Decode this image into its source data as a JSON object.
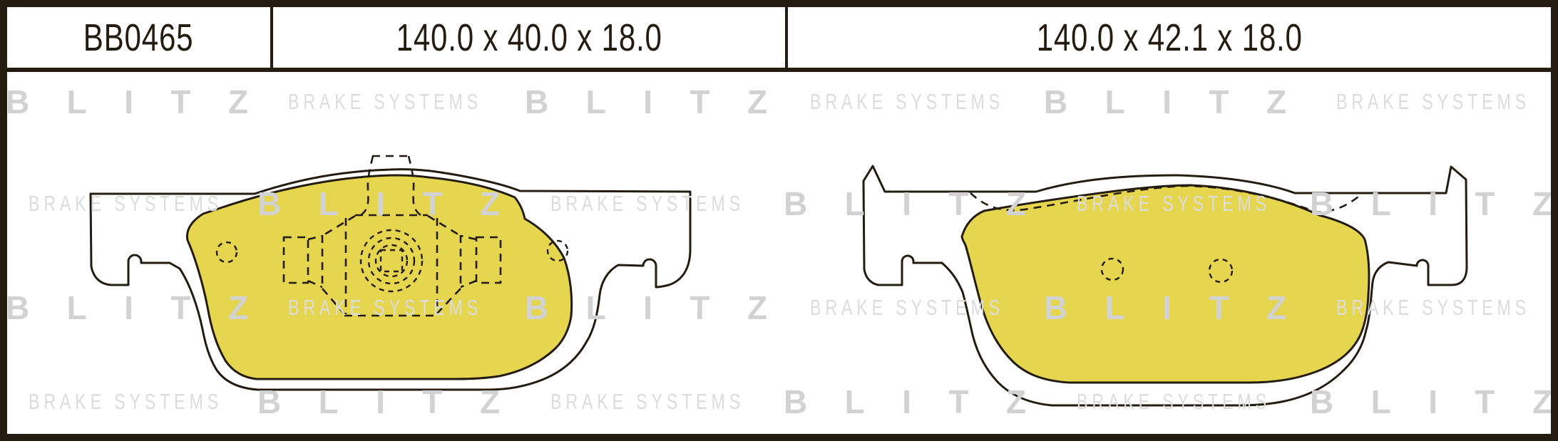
{
  "header": {
    "part_number": "BB0465",
    "left_pad_dimensions": "140.0 x 40.0 x 18.0",
    "right_pad_dimensions": "140.0 x 42.1 x 18.0"
  },
  "watermark": {
    "brand": "BLITZ",
    "tagline": "BRAKE SYSTEMS"
  },
  "colors": {
    "pad_friction_fill": "#e5d54f",
    "line_dark": "#241c11",
    "watermark_brand_gray": "#d2d2d2",
    "watermark_tagline_gray": "#dcdcdc",
    "background": "#ffffff"
  }
}
